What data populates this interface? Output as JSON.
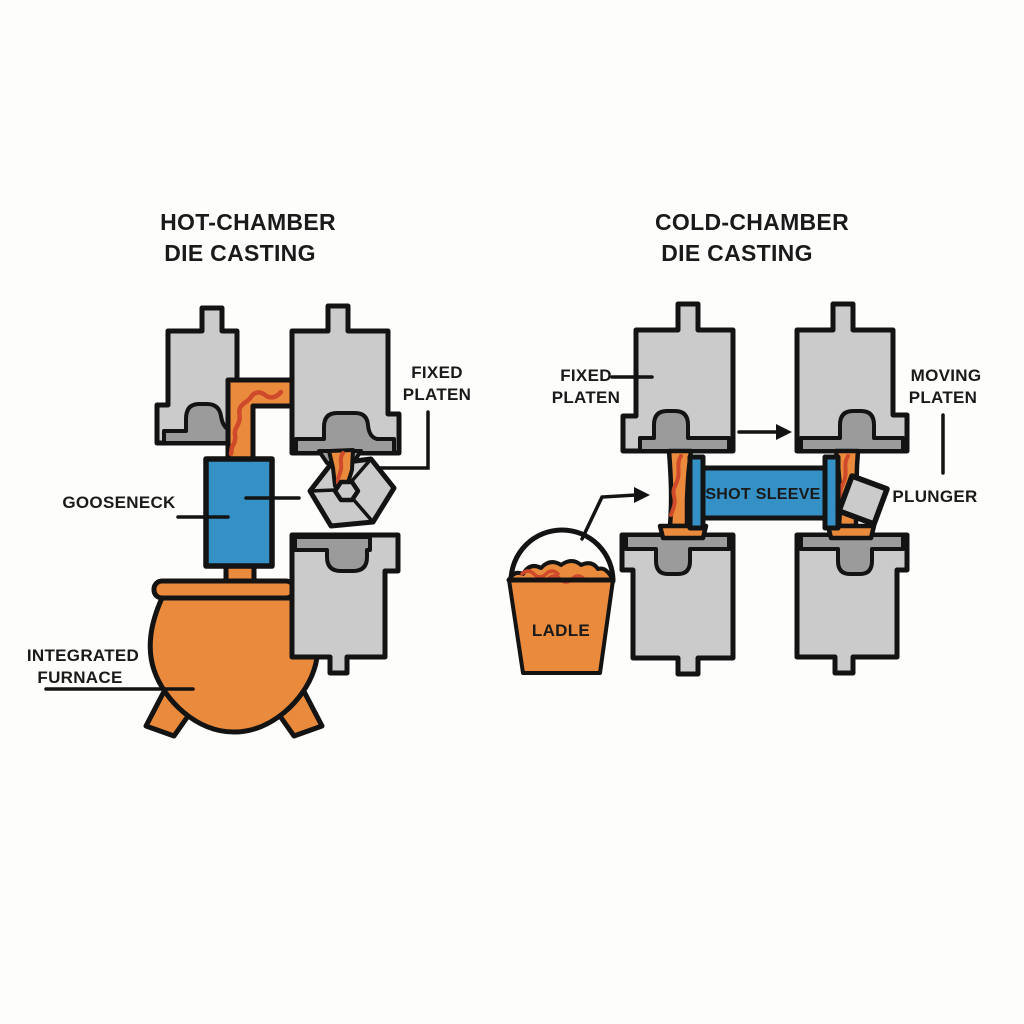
{
  "colors": {
    "bg": "#FDFDFB",
    "outline": "#131313",
    "platen": "#CBCBCB",
    "platen_dark": "#9B9B9B",
    "orange": "#E98A3C",
    "molten": "#CF4A2B",
    "blue": "#3590C5",
    "text": "#1A1A1A"
  },
  "hot_chamber": {
    "title": [
      "HOT-CHAMBER",
      "DIE CASTING"
    ],
    "labels": {
      "fixed_platen": [
        "FIXED",
        "PLATEN"
      ],
      "gooseneck": "GOOSENECK",
      "integrated_furnace": [
        "INTEGRATED",
        "FURNACE"
      ]
    }
  },
  "cold_chamber": {
    "title": [
      "COLD-CHAMBER",
      "DIE CASTING"
    ],
    "labels": {
      "fixed_platen": [
        "FIXED",
        "PLATEN"
      ],
      "moving_platen": [
        "MOVING",
        "PLATEN"
      ],
      "shot_sleeve": "SHOT SLEEVE",
      "plunger": "PLUNGER",
      "ladle": "LADLE"
    }
  }
}
